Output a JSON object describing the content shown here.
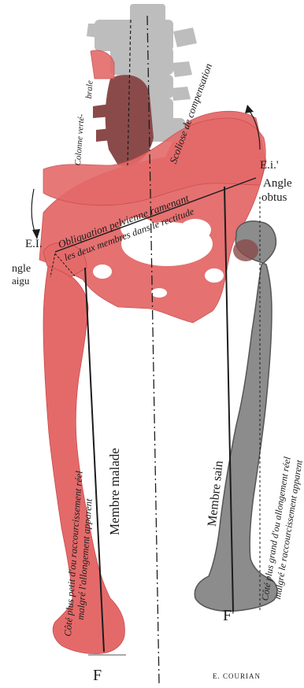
{
  "colors": {
    "diseased": "#e46a6a",
    "diseased_edge": "#c84a4a",
    "healthy": "#8c8c8c",
    "healthy_edge": "#555555",
    "spine": "#bdbdbd",
    "overlap": "#8a4a4a",
    "ink": "#1c1c1c",
    "background": "#ffffff"
  },
  "labels": {
    "point_left": "E.I.",
    "point_right": "E.i.'",
    "angle_left_1": "ngle",
    "angle_left_2": "aigu",
    "angle_right_1": "Angle",
    "angle_right_2": "obtus",
    "spine_left_1": "Colonne verté-",
    "spine_left_2": "brale",
    "spine_right": "Scoliose de compensation",
    "pelvis_line1": "Obliquation pelvienne ramenant",
    "pelvis_line2": "les deux membres dans le rectitude",
    "limb_diseased": "Membre malade",
    "limb_healthy": "Membre sain",
    "side_left_1": "Côté plus petit d'ou raccourcissement réel",
    "side_left_2": "malgré l'allongement apparent",
    "side_right_1": "Côté plus grand d'ou allongement réel",
    "side_right_2": "malgré le raccourcissement apparent",
    "foot_left": "F",
    "foot_right": "F'",
    "signature": "E. COURIAN"
  }
}
